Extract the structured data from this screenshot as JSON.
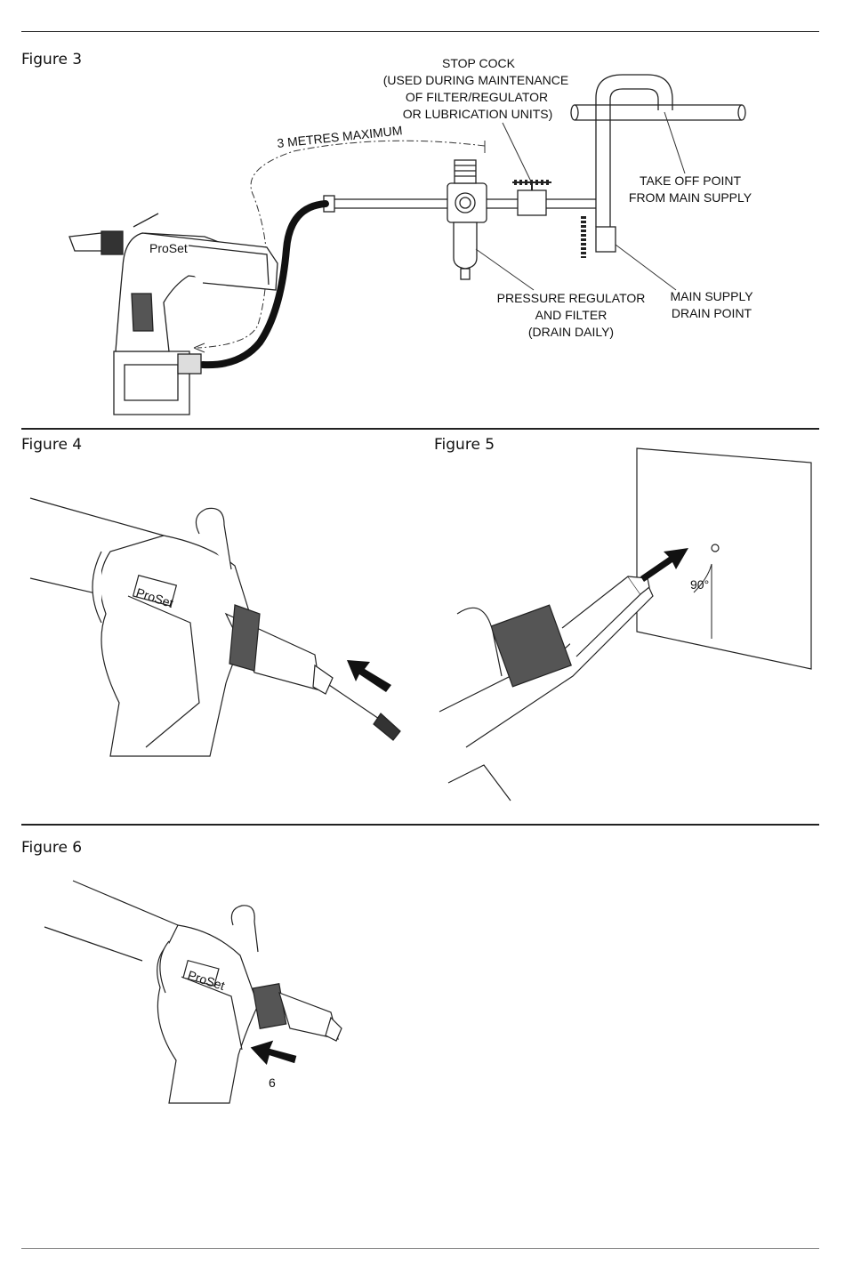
{
  "figures": {
    "fig3": {
      "title": "Figure 3",
      "distance_label": "3 METRES MAXIMUM",
      "stopcock_label": [
        "STOP COCK",
        "(USED DURING MAINTENANCE",
        "OF FILTER/REGULATOR",
        "OR LUBRICATION UNITS)"
      ],
      "takeoff_label": [
        "TAKE OFF POINT",
        "FROM MAIN SUPPLY"
      ],
      "regulator_label": [
        "PRESSURE REGULATOR",
        "AND FILTER",
        "(DRAIN DAILY)"
      ],
      "drain_label": [
        "MAIN SUPPLY",
        "DRAIN POINT"
      ],
      "tool_brand": "ProSet"
    },
    "fig4": {
      "title": "Figure 4",
      "tool_brand": "ProSet"
    },
    "fig5": {
      "title": "Figure 5",
      "angle_label": "90°"
    },
    "fig6": {
      "title": "Figure 6",
      "tool_brand": "ProSet",
      "callout": "6"
    }
  },
  "colors": {
    "line": "#222222",
    "hose": "#111111"
  }
}
